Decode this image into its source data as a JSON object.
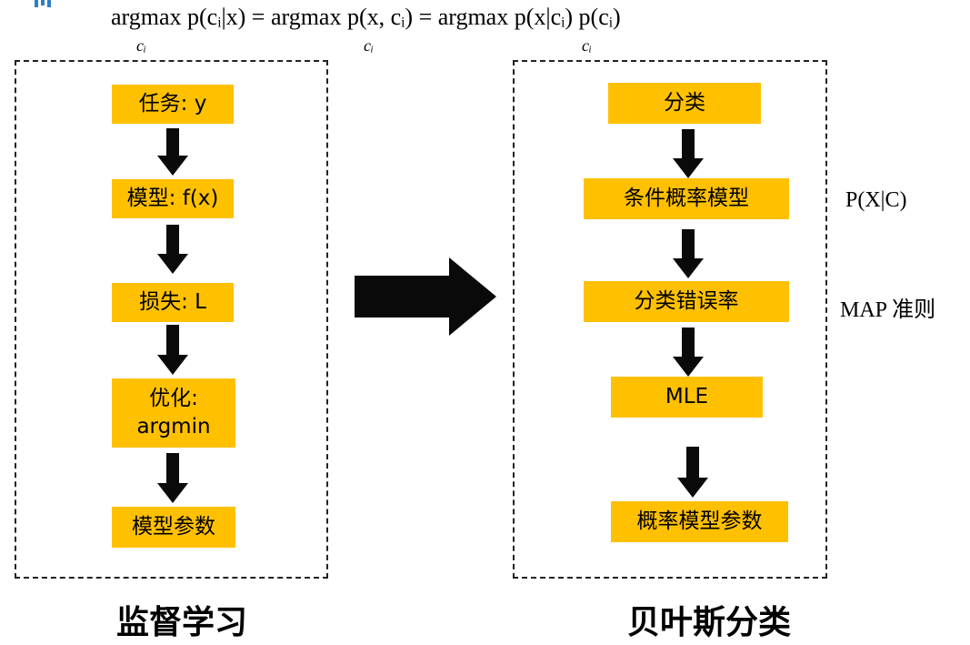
{
  "formula": {
    "part1": "argmax p(cᵢ|x) = argmax p(x, cᵢ) = argmax p(x|cᵢ) p(cᵢ)",
    "sub1": "cᵢ",
    "sub2": "cᵢ",
    "sub3": "cᵢ"
  },
  "left_panel": {
    "steps": [
      "任务: y",
      "模型: f(x)",
      "损失: L",
      "优化: argmin",
      "模型参数"
    ],
    "caption": "监督学习"
  },
  "right_panel": {
    "steps": [
      "分类",
      "条件概率模型",
      "分类错误率",
      "MLE",
      "概率模型参数"
    ],
    "caption": "贝叶斯分类",
    "side_labels": [
      "P(X|C)",
      "MAP 准则"
    ]
  },
  "colors": {
    "box_fill": "#FFC000",
    "arrow": "#0a0a0a",
    "border": "#222222"
  }
}
